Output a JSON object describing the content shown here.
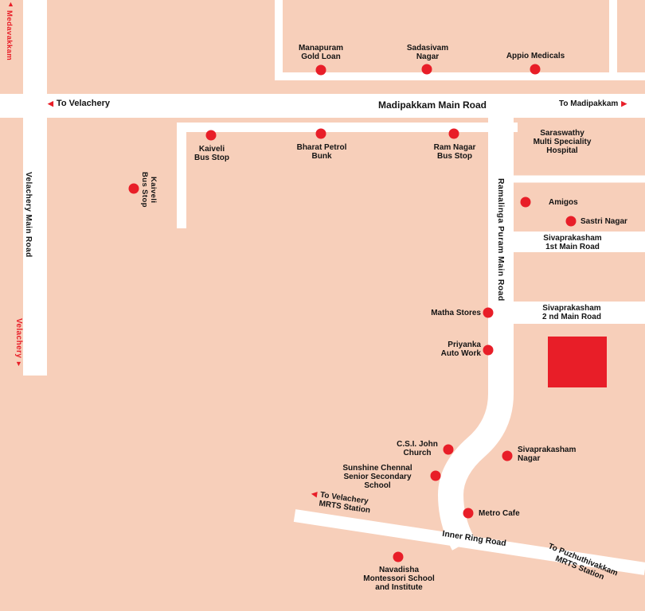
{
  "map": {
    "background_color": "#f7cfba",
    "road_color": "#ffffff",
    "marker_color": "#e81e28",
    "text_color": "#141414"
  },
  "road_labels": {
    "madipakkam_main_road": "Madipakkam Main Road",
    "to_velachery": "To Velachery",
    "to_madipakkam": "To Madipakkam",
    "medavakkam": "Medavakkam",
    "velachery_main_road": "Velachery Main Road",
    "velachery": "Velachery",
    "ramalinga_puram_main_road": "Ramalinga Puram Main Road",
    "sivaprakasham_1st_main_road": "Sivaprakasham\n1st Main Road",
    "sivaprakasham_2nd_main_road": "Sivaprakasham\n2 nd Main Road",
    "inner_ring_road": "Inner Ring Road",
    "to_velachery_mrts": "To Velachery\nMRTS Station",
    "to_puzhuthivakkam_mrts": "To Puzhuthivakkam\nMRTS Station"
  },
  "landmarks": {
    "manapuram": "Manapuram\nGold Loan",
    "sadasivam": "Sadasivam\nNagar",
    "appio": "Appio Medicals",
    "kaiveli_bus_stop_1": "Kaiveli\nBus Stop",
    "bharat_petrol": "Bharat Petrol\nBunk",
    "ram_nagar_bus_stop": "Ram Nagar\nBus Stop",
    "saraswathy": "Saraswathy\nMulti Speciality\nHospital",
    "kaiveli_bus_stop_2": "Kaiveli\nBus Stop",
    "amigos": "Amigos",
    "sastri_nagar": "Sastri Nagar",
    "matha_stores": "Matha Stores",
    "priyanka_auto_work": "Priyanka\nAuto Work",
    "csi_john_church": "C.S.I. John\nChurch",
    "sivaprakasham_nagar": "Sivaprakasham\nNagar",
    "sunshine_school": "Sunshine Chennal\nSenior Secondary School",
    "metro_cafe": "Metro Cafe",
    "navadisha": "Navadisha\nMontessori School\nand Institute"
  }
}
